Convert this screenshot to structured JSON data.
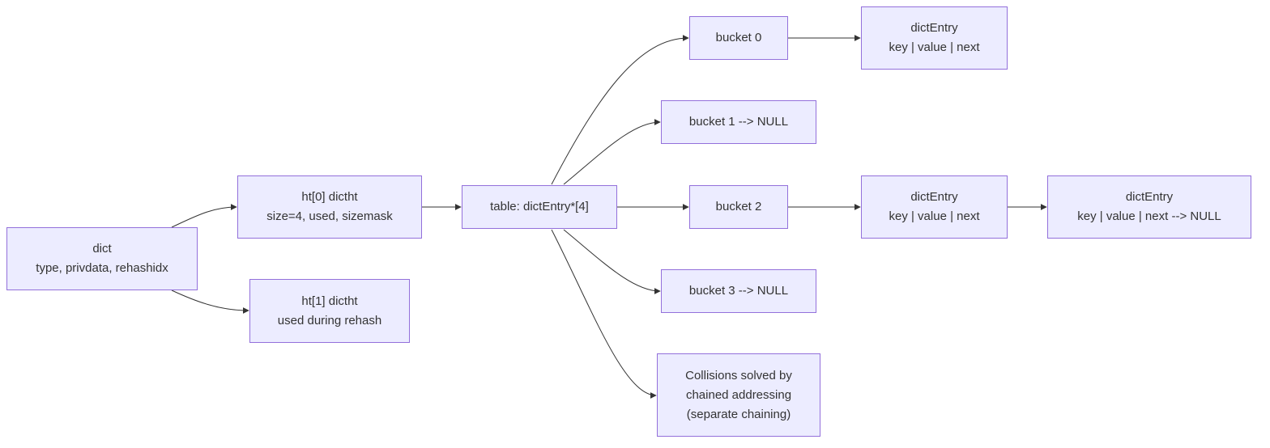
{
  "diagram": {
    "nodes": {
      "dict": [
        "dict",
        "type, privdata, rehashidx"
      ],
      "ht0": [
        "ht[0] dictht",
        "size=4, used, sizemask"
      ],
      "ht1": [
        "ht[1] dictht",
        "used during rehash"
      ],
      "table": [
        "table: dictEntry*[4]"
      ],
      "bucket0": [
        "bucket 0"
      ],
      "bucket1": [
        "bucket 1 --> NULL"
      ],
      "bucket2": [
        "bucket 2"
      ],
      "bucket3": [
        "bucket 3 --> NULL"
      ],
      "collisions": [
        "Collisions solved by",
        "chained addressing",
        "(separate chaining)"
      ],
      "entry0": [
        "dictEntry",
        "key | value | next"
      ],
      "entry2a": [
        "dictEntry",
        "key | value | next"
      ],
      "entry2b": [
        "dictEntry",
        "key | value | next --> NULL"
      ]
    },
    "edges": [
      [
        "dict",
        "ht0"
      ],
      [
        "dict",
        "ht1"
      ],
      [
        "ht0",
        "table"
      ],
      [
        "table",
        "bucket0"
      ],
      [
        "table",
        "bucket1"
      ],
      [
        "table",
        "bucket2"
      ],
      [
        "table",
        "bucket3"
      ],
      [
        "table",
        "collisions"
      ],
      [
        "bucket0",
        "entry0"
      ],
      [
        "bucket2",
        "entry2a"
      ],
      [
        "entry2a",
        "entry2b"
      ]
    ],
    "colors": {
      "node_fill": "#ECECFF",
      "node_border": "#9370DB",
      "text": "#333333",
      "edge": "#333333"
    }
  }
}
